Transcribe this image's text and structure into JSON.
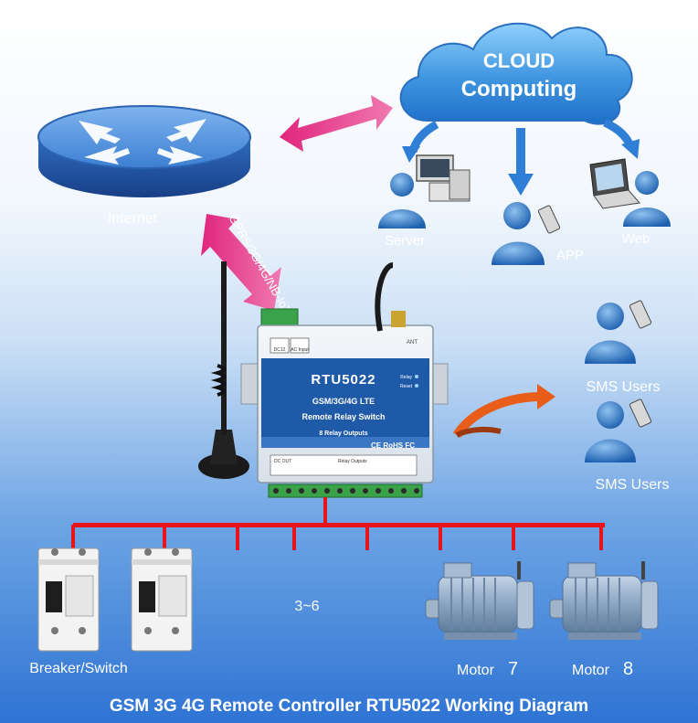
{
  "cloud": {
    "line1": "CLOUD",
    "line2": "Computing"
  },
  "labels": {
    "internet": "Internet",
    "server": "Server",
    "app": "APP",
    "web": "Web",
    "sms1": "SMS Users",
    "sms2": "SMS Users",
    "link": "GPRS/3G/4G/NB-IoT",
    "breaker": "Breaker/Switch",
    "range": "3~6",
    "motor7_text": "Motor",
    "motor7_num": "7",
    "motor8_text": "Motor",
    "motor8_num": "8"
  },
  "device": {
    "model": "RTU5022",
    "line1": "GSM/3G/4G LTE",
    "line2": "Remote Relay Switch",
    "line3": "8 Relay Outputs",
    "marks": "CE RoHS FC",
    "ant": "ANT",
    "led_relay": "Relay",
    "led_reset": "Reset",
    "top_label_1": "DC12",
    "top_label_2": "AC Input",
    "bottom_label_1": "DC OUT",
    "bottom_label_2": "Relay Outputs"
  },
  "footer": {
    "title": "GSM 3G 4G Remote Controller RTU5022 Working Diagram"
  },
  "colors": {
    "link_arrow": "#e0257d",
    "wiring": "#e8141c",
    "cloud": "#2d7fd4",
    "device": "#1f5aa8"
  }
}
